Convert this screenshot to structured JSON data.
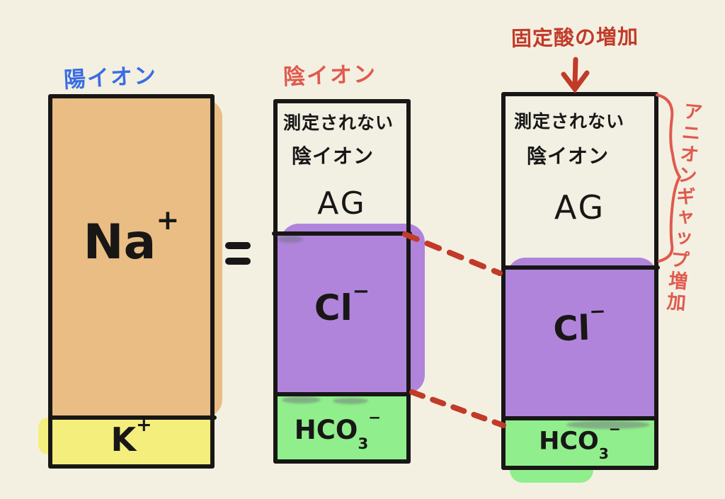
{
  "colors": {
    "background": "#f3f0e2",
    "ink": "#181716",
    "orange": "#e9bd84",
    "yellow": "#f4ee7d",
    "purple": "#b184dc",
    "green": "#90ef8c",
    "blue": "#3a6ce4",
    "red-dark": "#c23a28",
    "red-salmon": "#e05a4e"
  },
  "left_column": {
    "header": "陽イオン",
    "na": {
      "base": "Na",
      "sup": "+"
    },
    "k": {
      "base": "K",
      "sup": "+"
    }
  },
  "equals": "=",
  "middle_column": {
    "header": "陰イオン",
    "unmeasured": {
      "line1": "測定されない",
      "line2": "陰イオン",
      "ag": "AG"
    },
    "cl": {
      "base": "Cl",
      "sup": "−"
    },
    "hco3": {
      "base": "HCO",
      "sub": "3",
      "sup": "−"
    }
  },
  "right_column": {
    "top_annotation": "固定酸の増加",
    "side_annotation": "アニオンギャップ増加",
    "unmeasured": {
      "line1": "測定されない",
      "line2": "陰イオン",
      "ag": "AG"
    },
    "cl": {
      "base": "Cl",
      "sup": "−"
    },
    "hco3": {
      "base": "HCO",
      "sub": "3",
      "sup": "−"
    }
  }
}
